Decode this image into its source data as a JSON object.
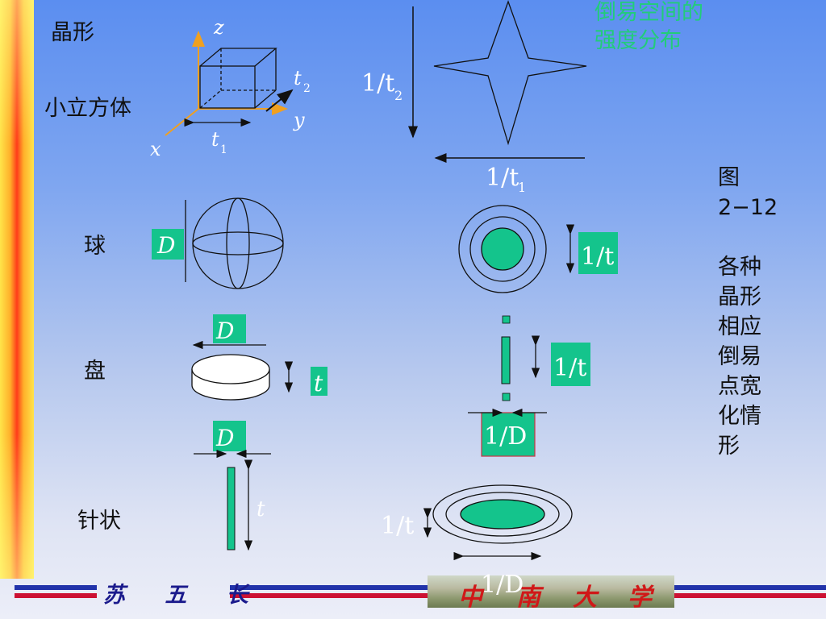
{
  "labels": {
    "crystal_shape": "晶形",
    "small_cube": "小立方体",
    "sphere": "球",
    "disk": "盘",
    "needle": "针状"
  },
  "reciprocal_title": "倒易空间的\n强度分布",
  "figure_caption": "图\n2−12\n\n各种\n晶形\n相应\n倒易\n点宽\n化情\n形",
  "symbols": {
    "z": "z",
    "y": "y",
    "x": "x",
    "t2": "t",
    "t2_sub": "2",
    "t1": "t",
    "t1_sub": "1",
    "inv_t2": "1/t",
    "inv_t2_sub": "2",
    "inv_t1": "1/t",
    "inv_t1_sub": "1",
    "D": "D",
    "inv_t": "1/t",
    "t": "t",
    "inv_D": "1/D"
  },
  "footer": {
    "author": "苏 五 长",
    "university": [
      "中",
      "南",
      "大",
      "学"
    ]
  },
  "colors": {
    "teal": "#14c48c",
    "axis_orange": "#f0a020",
    "reciprocal_text": "#22cc7a",
    "footer_blue": "#2233aa",
    "footer_red": "#cc1133"
  }
}
